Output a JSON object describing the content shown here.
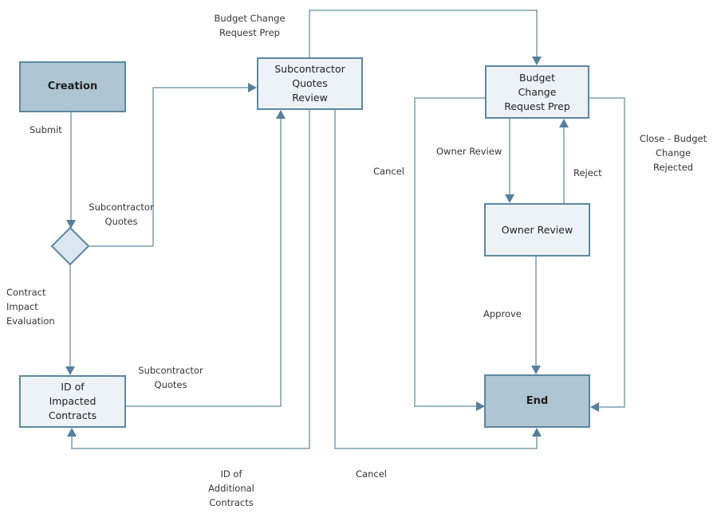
{
  "diagram": {
    "type": "workflow-flowchart",
    "background": "#ffffff",
    "colors": {
      "terminal_node_fill": "#aec5d3",
      "process_node_fill": "#edf2f7",
      "decision_node_fill": "#dbe7f0",
      "node_border": "#5b87a1",
      "connector_line": "#7d9db1",
      "arrowhead": "#54809e",
      "node_text": "#1f1f1f",
      "label_text": "#353535"
    },
    "nodes": {
      "creation": {
        "label": "Creation",
        "type": "start"
      },
      "subcontractor_quotes_review": {
        "label": "Subcontractor\nQuotes\nReview",
        "type": "process"
      },
      "budget_change_request_prep": {
        "label": "Budget\nChange\nRequest Prep",
        "type": "process"
      },
      "owner_review": {
        "label": "Owner Review",
        "type": "process"
      },
      "decision": {
        "label": "",
        "type": "decision"
      },
      "id_of_impacted_contracts": {
        "label": "ID of\nImpacted\nContracts",
        "type": "process"
      },
      "end": {
        "label": "End",
        "type": "end"
      }
    },
    "edges": {
      "submit": {
        "label": "Submit",
        "from": "creation",
        "to": "decision"
      },
      "subcontractor_quotes_upper": {
        "label": "Subcontractor\nQuotes",
        "from": "decision",
        "to": "subcontractor_quotes_review"
      },
      "contract_impact_evaluation": {
        "label": "Contract\nImpact\nEvaluation",
        "from": "decision",
        "to": "id_of_impacted_contracts"
      },
      "subcontractor_quotes_lower": {
        "label": "Subcontractor\nQuotes",
        "from": "id_of_impacted_contracts",
        "to": "subcontractor_quotes_review"
      },
      "budget_change_request_prep": {
        "label": "Budget Change\nRequest Prep",
        "from": "subcontractor_quotes_review",
        "to": "budget_change_request_prep"
      },
      "owner_review": {
        "label": "Owner Review",
        "from": "budget_change_request_prep",
        "to": "owner_review"
      },
      "reject": {
        "label": "Reject",
        "from": "owner_review",
        "to": "budget_change_request_prep"
      },
      "approve": {
        "label": "Approve",
        "from": "owner_review",
        "to": "end"
      },
      "cancel_budget": {
        "label": "Cancel",
        "from": "budget_change_request_prep",
        "to": "end"
      },
      "close_budget_change_rejected": {
        "label": "Close - Budget\nChange\nRejected",
        "from": "budget_change_request_prep",
        "to": "end"
      },
      "id_of_additional_contracts": {
        "label": "ID of\nAdditional\nContracts",
        "from": "subcontractor_quotes_review",
        "to": "id_of_impacted_contracts"
      },
      "cancel_review": {
        "label": "Cancel",
        "from": "subcontractor_quotes_review",
        "to": "end"
      }
    }
  }
}
